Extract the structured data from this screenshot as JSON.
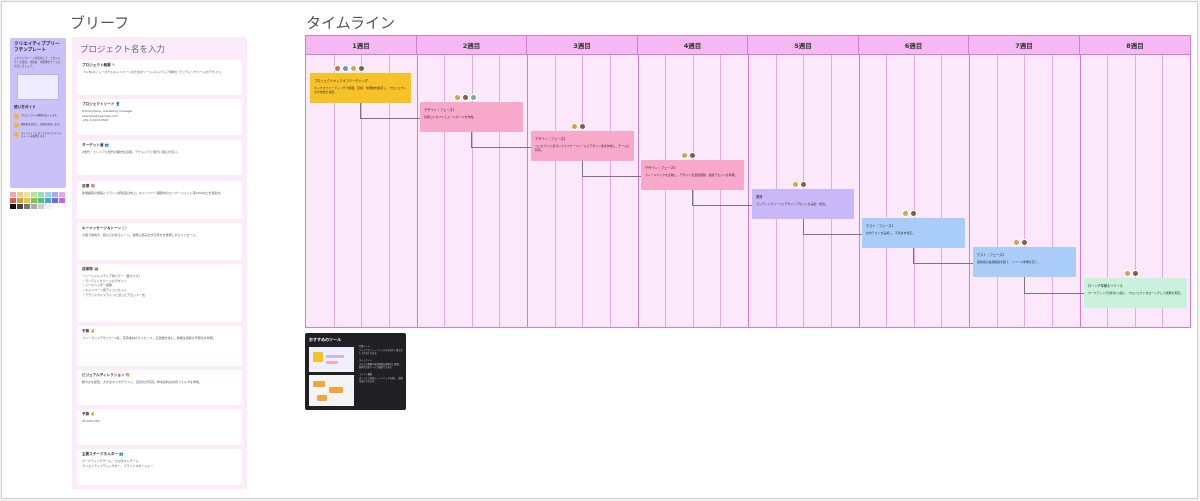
{
  "sections": {
    "brief": "ブリーフ",
    "timeline": "タイムライン"
  },
  "guide": {
    "title": "クリエイティブブリーフテンプレート",
    "intro": "このテンプレートを使用して、プロジェクトの目標、対象者、成果物をチームと共有しましょう。",
    "howto_title": "使い方ガイド",
    "steps": [
      "プロジェクトの概要を記入します。",
      "関係者を追加し、役割を明記します。",
      "タイムラインに沿ってタスクとマイルストーンを配置します。"
    ]
  },
  "palette": {
    "row1": [
      "#f7a6a6",
      "#f7c98c",
      "#f7e38c",
      "#b9e38c",
      "#8ce3b9",
      "#8cd3f7",
      "#a9a6f7",
      "#e3a6f7"
    ],
    "row2": [
      "#e35656",
      "#e3963a",
      "#e3c93a",
      "#7fc93a",
      "#3ac98f",
      "#3aa6e3",
      "#6b63e3",
      "#c963e3"
    ],
    "row3": [
      "#111111",
      "#444444",
      "#777777",
      "#aaaaaa",
      "#cccccc",
      "#eeeeee",
      "#ffffff"
    ]
  },
  "brief": {
    "project_name_placeholder": "プロジェクト名を入力",
    "cards": [
      {
        "title": "プロジェクト概要 ✎",
        "body": "「In Bold」シーズナルキャンペーンのためのソーシャルメディア素材とランディングページのデザイン。"
      },
      {
        "title": "プロジェクトリード 👤",
        "body": "Emma Davis, marketing manager\nexample@example.com\n+81-3-0123-4567"
      },
      {
        "title": "ターゲット層 👥",
        "body": "Z世代・ミレニアル世代の都市生活者。アウトドアと旅行に関心が高い。"
      },
      {
        "title": "目標 🎯",
        "body": "新規顧客の獲得とブランド認知度の向上。キャンペーン期間中のエンゲージメント率20%向上を目指す。"
      },
      {
        "title": "キーメッセージ＆トーン 💬",
        "body": "大胆で前向き、遊び心のあるトーン。冒険に踏み出す気持ちを後押しするメッセージ。"
      },
      {
        "title": "成果物 📦",
        "body": "・ソーシャルメディア用バナー（各サイズ）\n・ランディングページのデザイン\n・メールヘッダー画像\n・キャンペーン用アイコンセット\n・ブランドガイドラインに沿ったアセット一式"
      },
      {
        "title": "予算 💰",
        "body": "フリーランスデザイナー2名、写真素材のライセンス、広告費を含む。詳細は別紙の予算表を参照。"
      },
      {
        "title": "ビジュアルディレクション 🎨",
        "body": "鮮やかな配色、大きなタイポグラフィ、自然光の写真。参考資料は共有フォルダを参照。"
      },
      {
        "title": "予算 💰",
        "body": "25,000 USD"
      },
      {
        "title": "主要ステークホルダー 👥",
        "body": "マーケティングチーム、プロダクトチーム\nクリエイティブディレクター、ブランドマネージャー"
      }
    ]
  },
  "timeline": {
    "weeks": [
      "1週目",
      "2週目",
      "3週目",
      "4週目",
      "5週目",
      "6週目",
      "7週目",
      "8週目"
    ],
    "tasks": [
      {
        "title": "プロジェクトキックオフミーティング",
        "body": "キックオフミーティングで範囲、目標、成果物を確認し、プロジェクトの方向性を決定。",
        "color": "#f7c227"
      },
      {
        "title": "デザイン｜フェーズ1",
        "body": "初期コンセプトとムードボードを作成。",
        "color": "#f8a8c9"
      },
      {
        "title": "デザイン｜フェーズ2",
        "body": "コンセプトに基づいてワイヤーフレームとデザイン案を作成し、チームに共有。",
        "color": "#f8a8c9"
      },
      {
        "title": "デザイン｜フェーズ3",
        "body": "フィードバックを反映し、デザインを最終調整。最終アセットを準備。",
        "color": "#f8a8c9"
      },
      {
        "title": "開発",
        "body": "ランディングページとデザインアセットを実装・統合。",
        "color": "#c9b8f7"
      },
      {
        "title": "テスト｜フェーズ1",
        "body": "社内テストを実施し、不具合を修正。",
        "color": "#a9cdf8"
      },
      {
        "title": "テスト｜フェーズ2",
        "body": "関係者の最終確認を経て、リリース準備を完了。",
        "color": "#a9cdf8"
      },
      {
        "title": "ローンチ準備＆リリース",
        "body": "マーケティング資料を公開し、プロジェクトをローンチして成果を測定。",
        "color": "#c9f1dc"
      }
    ]
  },
  "tools": {
    "title": "おすすめのツール",
    "text": "付箋ツール\nアイデアやフィードバックをすばやく書き出して共有できます。\n\nタイムライン\nタスクの期間や依存関係を視覚的に管理し、進捗状況をチームで確認できます。\n\nコメント機能\nボード上で直接フィードバックを残し、議論を続けられます。"
  }
}
